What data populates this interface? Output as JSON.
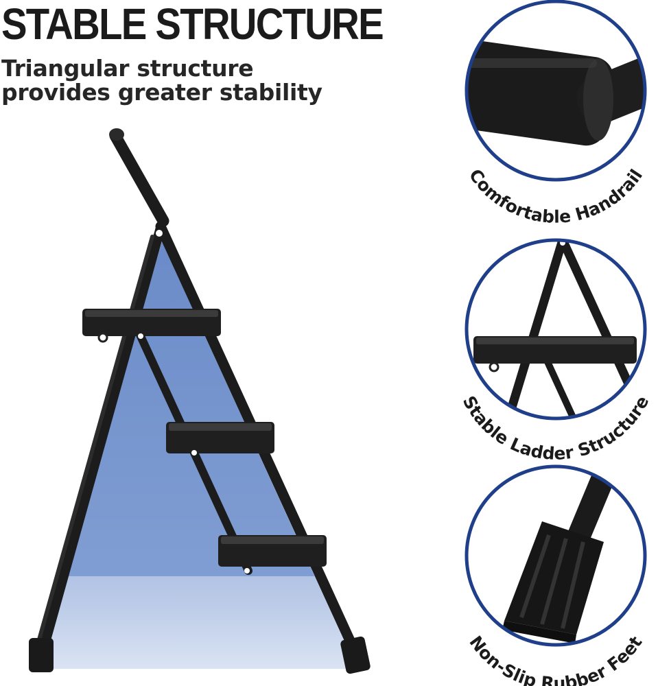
{
  "headline": "STABLE STRUCTURE",
  "subheadline": [
    "Triangular structure",
    "provides greater stability"
  ],
  "callouts": [
    {
      "label": "Comfortable Handrail",
      "icon": "handrail-closeup"
    },
    {
      "label": "Stable Ladder Structure",
      "icon": "ladder-structure-closeup"
    },
    {
      "label": "Non-Slip Rubber Feet",
      "icon": "rubber-foot-closeup"
    }
  ],
  "colors": {
    "accent_ring": "#1f3f8a",
    "triangle_fill": "#5f84c8",
    "frame": "#1c1c1c",
    "text": "#1b1b1b"
  }
}
